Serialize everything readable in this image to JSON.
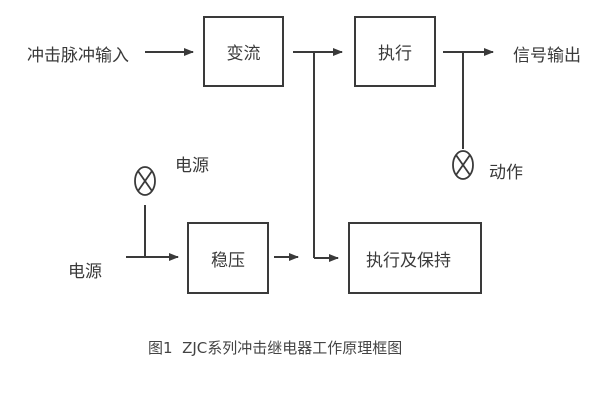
{
  "diagram": {
    "blocks": {
      "converter": "变流",
      "executor": "执行",
      "regulator": "稳压",
      "execute_hold": "执行及保持"
    },
    "labels": {
      "input": "冲击脉冲输入",
      "output": "信号输出",
      "power_lamp": "电源",
      "power_input": "电源",
      "action_lamp": "动作"
    },
    "caption": "图1  ZJC系列冲击继电器工作原理框图",
    "icons": {
      "power_lamp": "indicator-lamp-icon",
      "action_lamp": "indicator-lamp-icon"
    },
    "colors": {
      "line": "#3a3a3a",
      "text": "#3a3a3a",
      "background": "#ffffff"
    }
  }
}
